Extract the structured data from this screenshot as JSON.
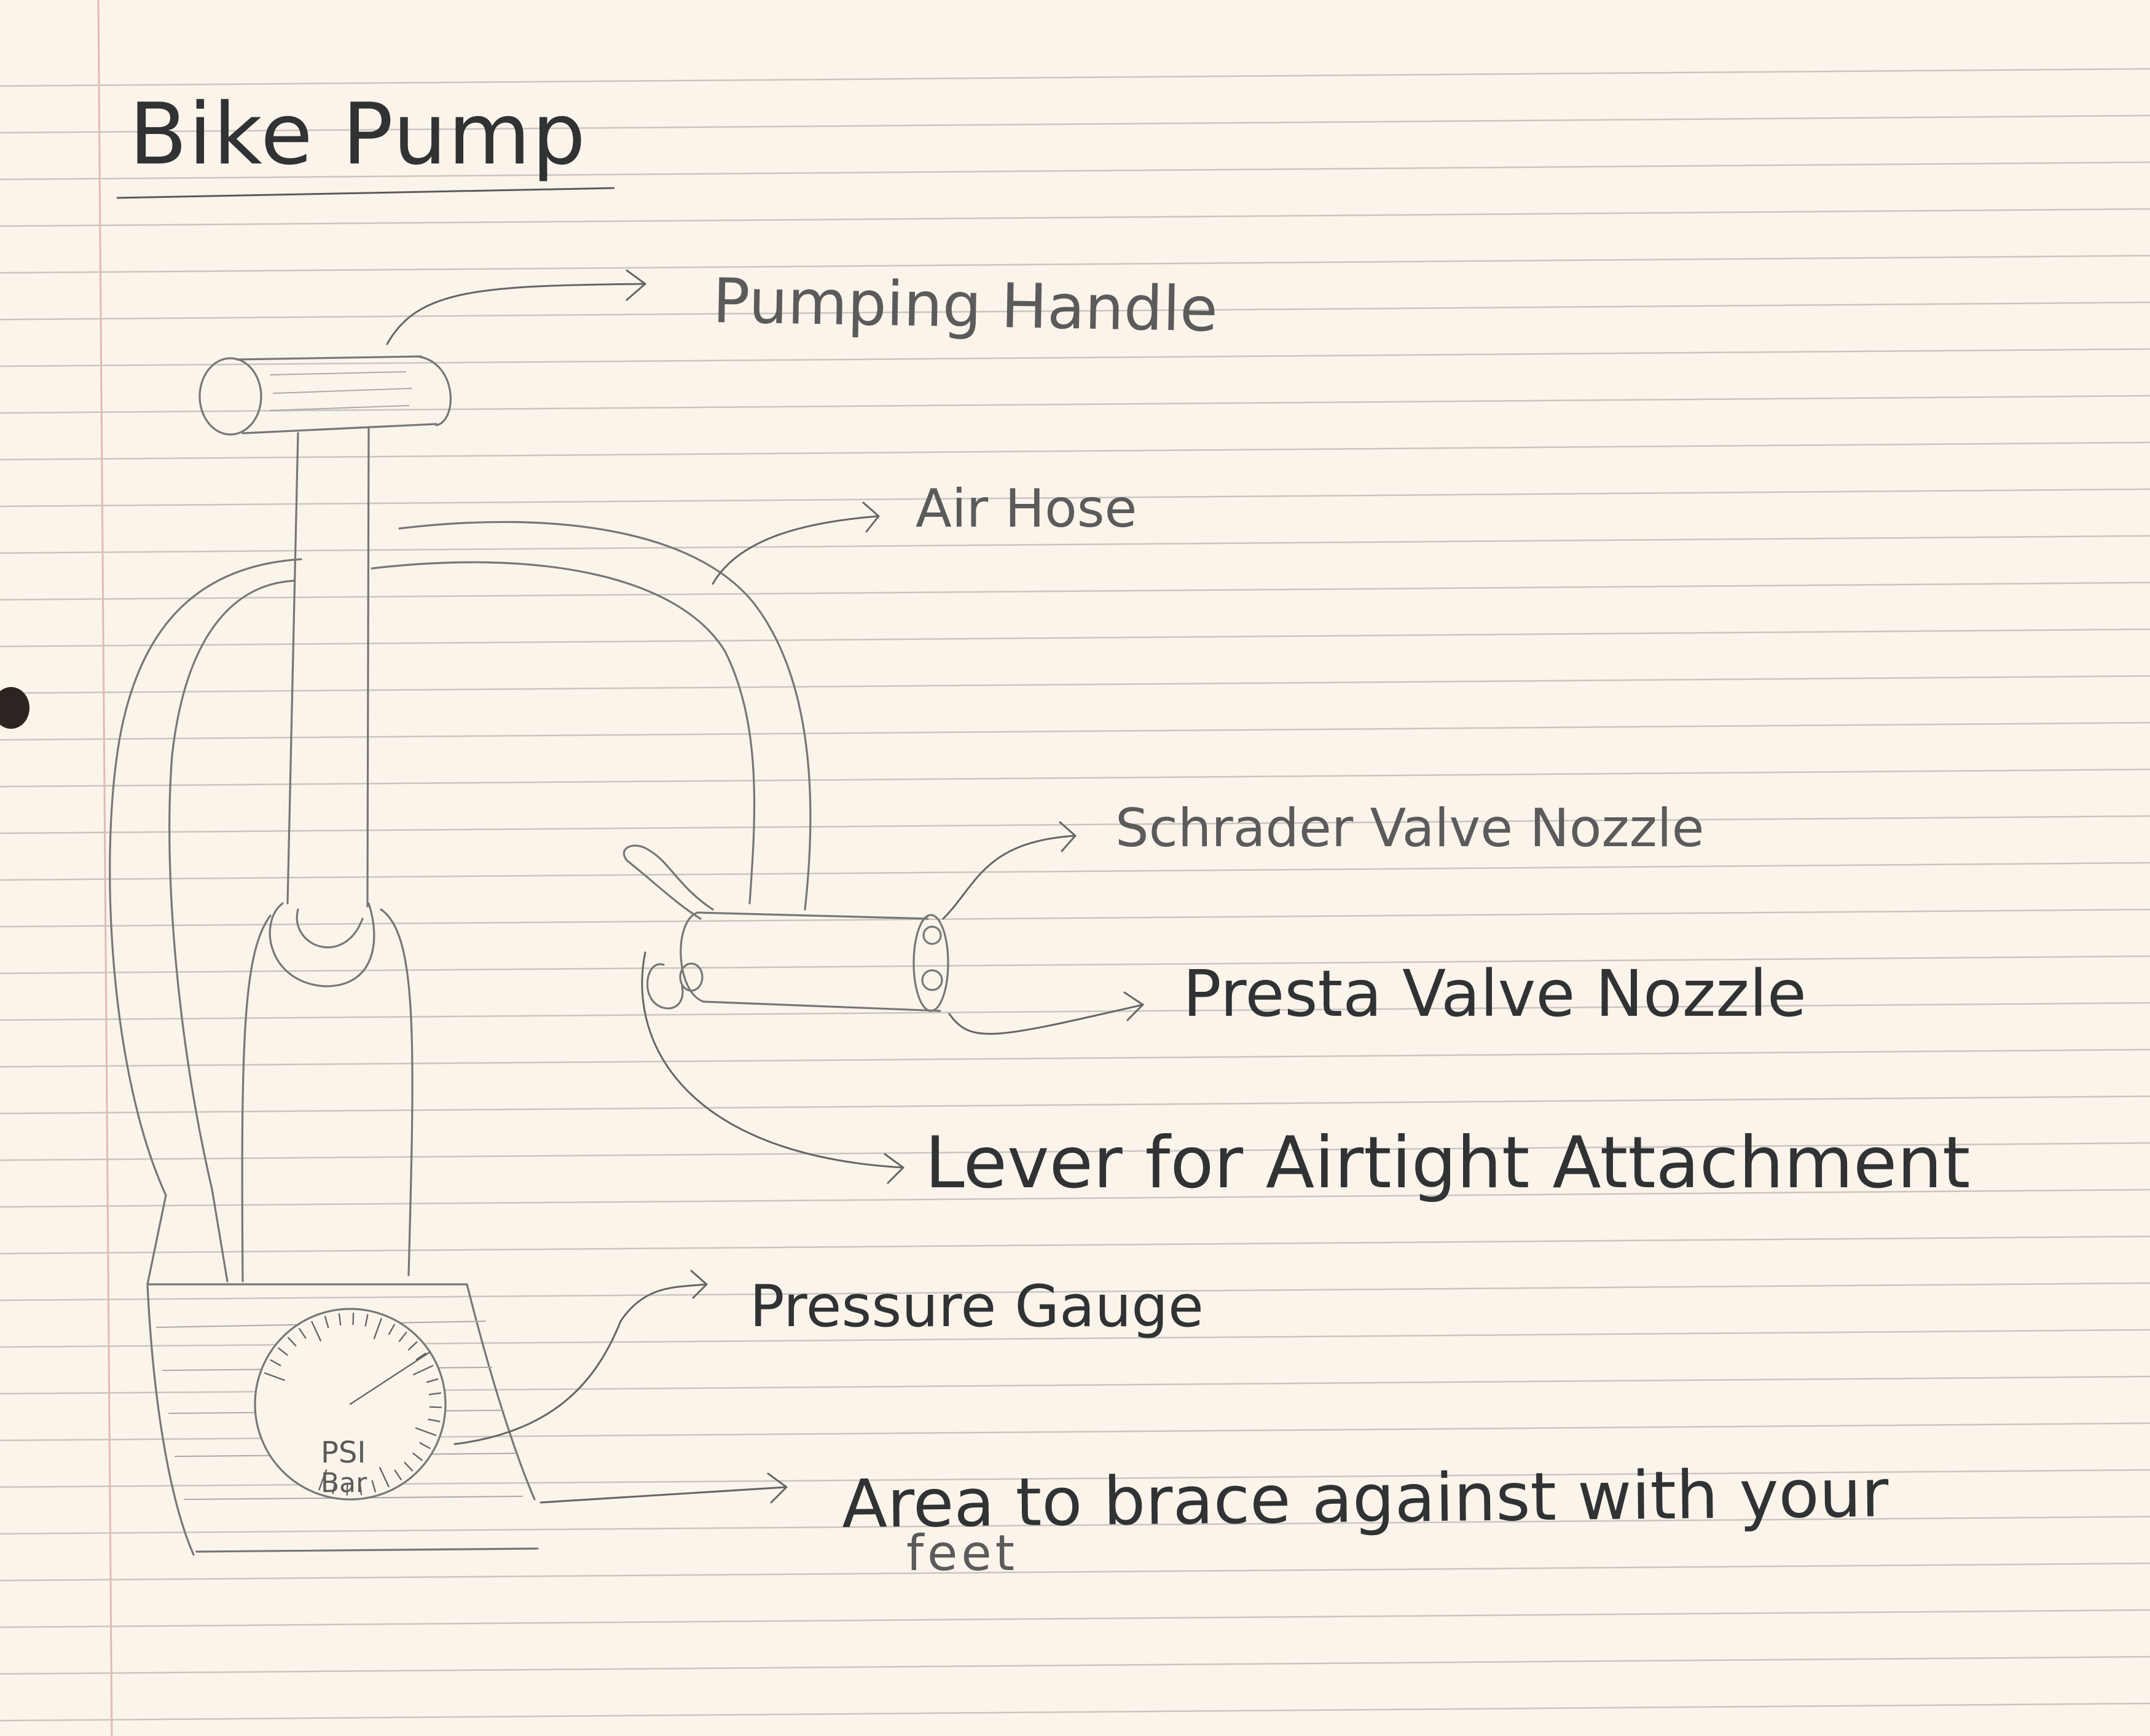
{
  "diagram": {
    "title": "Bike Pump",
    "labels": {
      "pumping_handle": "Pumping Handle",
      "air_hose": "Air Hose",
      "schrader_nozzle": "Schrader Valve Nozzle",
      "presta_nozzle": "Presta Valve Nozzle",
      "lever": "Lever for Airtight Attachment",
      "pressure_gauge": "Pressure Gauge",
      "foot_area_line1": "Area to brace against with your",
      "foot_area_line2": "feet"
    },
    "gauge_units": {
      "psi": "PSI",
      "bar": "Bar"
    }
  },
  "colors": {
    "paper": "#fbf4ea",
    "rule_line": "#c9c6c1",
    "margin_line": "#e2b9b7",
    "pencil": "#5c5b5b",
    "ink": "#303234"
  }
}
